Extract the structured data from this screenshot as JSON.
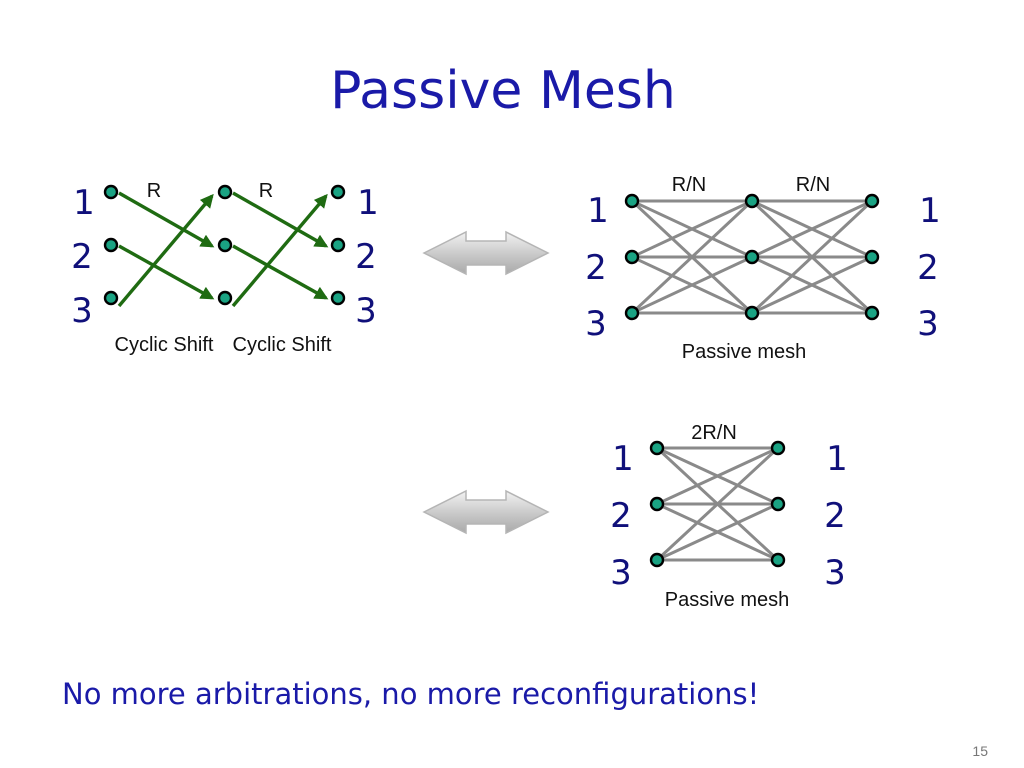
{
  "title": "Passive Mesh",
  "bottom_text": "No more arbitrations, no more reconfigurations!",
  "page_number": "15",
  "colors": {
    "title": "#1a1aa8",
    "node_fill": "#1aa383",
    "arrow_green": "#1f6b12",
    "mesh_line": "#8a8a8a"
  },
  "cyclic_shift_diagram": {
    "rate_labels": [
      "R",
      "R"
    ],
    "stage_labels": [
      "Cyclic Shift",
      "Cyclic Shift"
    ],
    "port_labels": [
      "1",
      "2",
      "3"
    ]
  },
  "mesh_two_stage": {
    "rate_labels": [
      "R/N",
      "R/N"
    ],
    "caption": "Passive mesh",
    "port_labels": [
      "1",
      "2",
      "3"
    ]
  },
  "mesh_single_stage": {
    "rate_label": "2R/N",
    "caption": "Passive mesh",
    "port_labels": [
      "1",
      "2",
      "3"
    ]
  }
}
